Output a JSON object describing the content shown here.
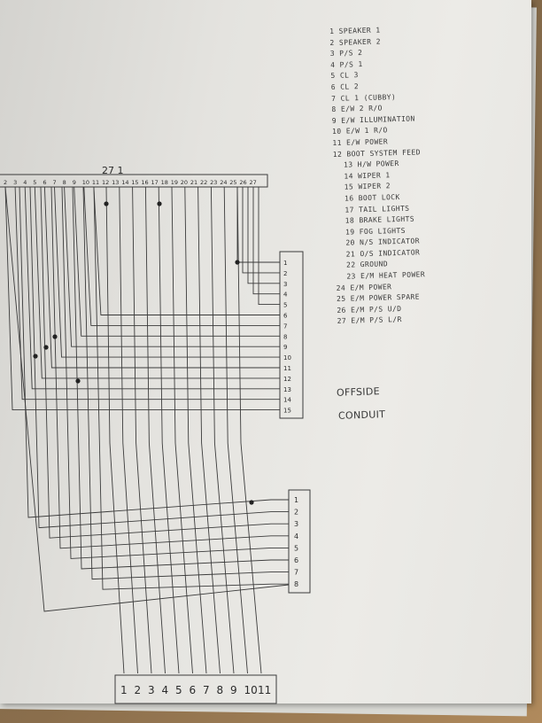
{
  "legend": {
    "items": [
      {
        "num": "1",
        "text": "SPEAKER 1"
      },
      {
        "num": "2",
        "text": "SPEAKER 2"
      },
      {
        "num": "3",
        "text": "P/S 2"
      },
      {
        "num": "4",
        "text": "P/S 1"
      },
      {
        "num": "5",
        "text": "CL 3"
      },
      {
        "num": "6",
        "text": "CL 2"
      },
      {
        "num": "7",
        "text": "CL 1 (CUBBY)"
      },
      {
        "num": "8",
        "text": "E/W 2 R/O"
      },
      {
        "num": "9",
        "text": "E/W ILLUMINATION"
      },
      {
        "num": "10",
        "text": "E/W 1 R/O"
      },
      {
        "num": "11",
        "text": "E/W POWER"
      },
      {
        "num": "12",
        "text": "BOOT SYSTEM FEED"
      },
      {
        "num": "13",
        "text": "H/W POWER"
      },
      {
        "num": "14",
        "text": "WIPER 1"
      },
      {
        "num": "15",
        "text": "WIPER 2"
      },
      {
        "num": "16",
        "text": "BOOT LOCK"
      },
      {
        "num": "17",
        "text": "TAIL LIGHTS"
      },
      {
        "num": "18",
        "text": "BRAKE LIGHTS"
      },
      {
        "num": "19",
        "text": "FOG LIGHTS"
      },
      {
        "num": "20",
        "text": "N/S INDICATOR"
      },
      {
        "num": "21",
        "text": "O/S INDICATOR"
      },
      {
        "num": "22",
        "text": "GROUND"
      },
      {
        "num": "23",
        "text": "E/M HEAT POWER"
      },
      {
        "num": "24",
        "text": "E/M POWER"
      },
      {
        "num": "25",
        "text": "E/M POWER SPARE"
      },
      {
        "num": "26",
        "text": "E/M P/S U/D"
      },
      {
        "num": "27",
        "text": "E/M P/S L/R"
      }
    ]
  },
  "notes": {
    "line1": "OFFSIDE",
    "line2": "CONDUIT"
  },
  "connectors": {
    "top_label": "27 1",
    "top_numbers": [
      "2",
      "3",
      "4",
      "5",
      "6",
      "7",
      "8",
      "9",
      "10",
      "11",
      "12",
      "13",
      "14",
      "15",
      "16",
      "17",
      "18",
      "19",
      "20",
      "21",
      "22",
      "23",
      "24",
      "25",
      "26",
      "27"
    ],
    "right_block_1": [
      "1",
      "2",
      "3",
      "4",
      "5",
      "6",
      "7",
      "8",
      "9",
      "10",
      "11",
      "12",
      "13",
      "14",
      "15"
    ],
    "right_block_2": [
      "1",
      "2",
      "3",
      "4",
      "5",
      "6",
      "7",
      "8"
    ],
    "bottom_block": [
      "1",
      "2",
      "3",
      "4",
      "5",
      "6",
      "7",
      "8",
      "9",
      "10",
      "11"
    ]
  }
}
